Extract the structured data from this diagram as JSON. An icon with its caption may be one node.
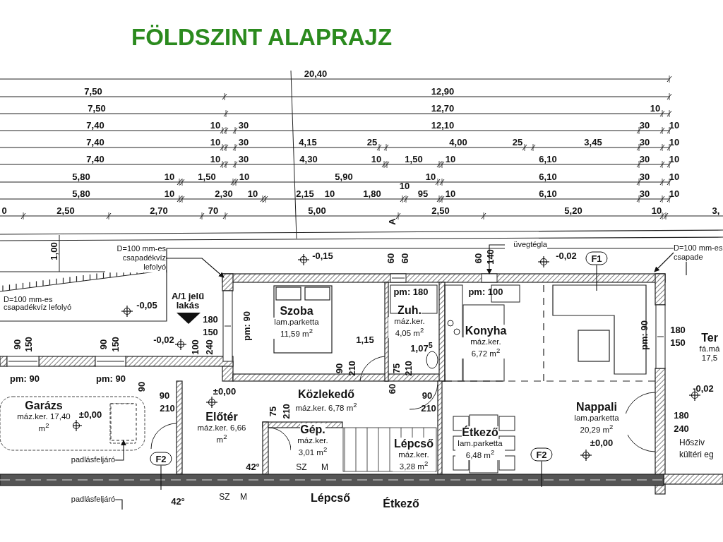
{
  "diagram": {
    "title": "FÖLDSZINT ALAPRAJZ",
    "nodes": [
      {
        "text": [
          "Garázs",
          "máz.ker. 17,40 m$^{2}$"
        ]
      },
      {
        "text": [
          "Előtér",
          "máz.ker. 6,66 m$^{2}$"
        ]
      },
      {
        "text": [
          "Szoba",
          "lam.parketta 11,59 m$^{2}$"
        ]
      },
      {
        "text": [
          "Közlekedő",
          "máz.ker. 6,78 m$^{2}$"
        ]
      },
      {
        "text": [
          "Zuh.",
          "máz.ker. 4,05 m$^{2}$"
        ]
      },
      {
        "text": [
          "Gép.",
          "máz.ker. 3,01 m$^{2}$"
        ]
      },
      {
        "text": [
          "Konyha",
          "máz.ker. 6,72 m$^{2}$"
        ]
      },
      {
        "text": [
          "Lépcső",
          "máz.ker. 3,28 m$^{2}$"
        ]
      },
      {
        "text": [
          "Étkező",
          "lam.parketta 6,48 m$^{2}$"
        ]
      },
      {
        "text": [
          "Nappali",
          "lam.parketta 20,29 m$^{2}$"
        ]
      },
      {
        "text": [
          "Ter",
          "fá.má 17,5"
        ]
      },
      {
        "text": [
          "D=100 mm-es csapadékvíz lefolyó"
        ]
      },
      {
        "text": [
          "üvegtégla"
        ]
      },
      {
        "text": [
          "D=100 mm-es csapade"
        ]
      },
      {
        "text": [
          "F1"
        ]
      },
      {
        "text": [
          "F2"
        ]
      },
      {
        "text": [
          "F2"
        ]
      },
      {
        "text": [
          "padlásfeljáró"
        ]
      },
      {
        "text": [
          "padlásfeljáró"
        ]
      },
      {
        "text": [],
        "shape": "box"
      },
      {
        "text": [],
        "shape": "box"
      },
      {
        "text": [
          "Lépcső"
        ]
      },
      {
        "text": [
          "Étkező"
        ]
      }
    ],
    "edges": [
      {
        "from": 11,
        "to": null,
        "arrow": "to"
      },
      {
        "from": 12,
        "to": 20,
        "arrow": "to"
      },
      {
        "from": 13,
        "to": null,
        "arrow": "to"
      },
      {
        "from": 14,
        "to": null,
        "arrow": "none"
      },
      {
        "from": 15,
        "to": null,
        "arrow": "none"
      },
      {
        "from": 16,
        "to": null,
        "arrow": "none"
      },
      {
        "from": 17,
        "to": 19,
        "arrow": "to"
      },
      {
        "from": 18,
        "to": null,
        "arrow": "none"
      }
    ],
    "labels": [
      "20,40",
      "7,50",
      "12,90",
      "7,50",
      "12,70",
      "10",
      "7,40",
      "10",
      "30",
      "12,10",
      "30",
      "10",
      "7,40",
      "10",
      "30",
      "4,15",
      "25",
      "4,00",
      "25",
      "3,45",
      "30",
      "10",
      "7,40",
      "10",
      "30",
      "4,30",
      "10",
      "1,50",
      "10",
      "6,10",
      "30",
      "10",
      "5,80",
      "10",
      "1,50",
      "10",
      "5,90",
      "10",
      "6,10",
      "30",
      "10",
      "10",
      "5,80",
      "10",
      "2,30",
      "10",
      "2,15",
      "10",
      "1,80",
      "95",
      "10",
      "6,10",
      "30",
      "10",
      "0",
      "2,50",
      "2,70",
      "70",
      "5,00",
      "2,50",
      "5,20",
      "10",
      "3,",
      "A",
      "1,00",
      "-0,15",
      "60",
      "60",
      "60",
      "140",
      "-0,02",
      "pm: 180",
      "pm: 100",
      "D=100 mm-es csapadékvíz lefolyó",
      "-0,05",
      "A/1 jelű lakás",
      "180",
      "150",
      "pm: 90",
      "180",
      "150",
      "pm: 90",
      "90",
      "150",
      "90",
      "150",
      "-0,02",
      "100",
      "240",
      "1,15",
      "1,07$^{5}$",
      "90",
      "210",
      "75",
      "210",
      "pm: 90",
      "pm: 90",
      "90",
      "60",
      "-0,02",
      "90",
      "±0,00",
      "90",
      "210",
      "75",
      "210",
      "210",
      "±0,00",
      "180",
      "240",
      "±0,00",
      "Hősziv",
      "kültéri eg",
      "42°",
      "SZ",
      "M",
      "42°",
      "SZ",
      "M"
    ]
  }
}
